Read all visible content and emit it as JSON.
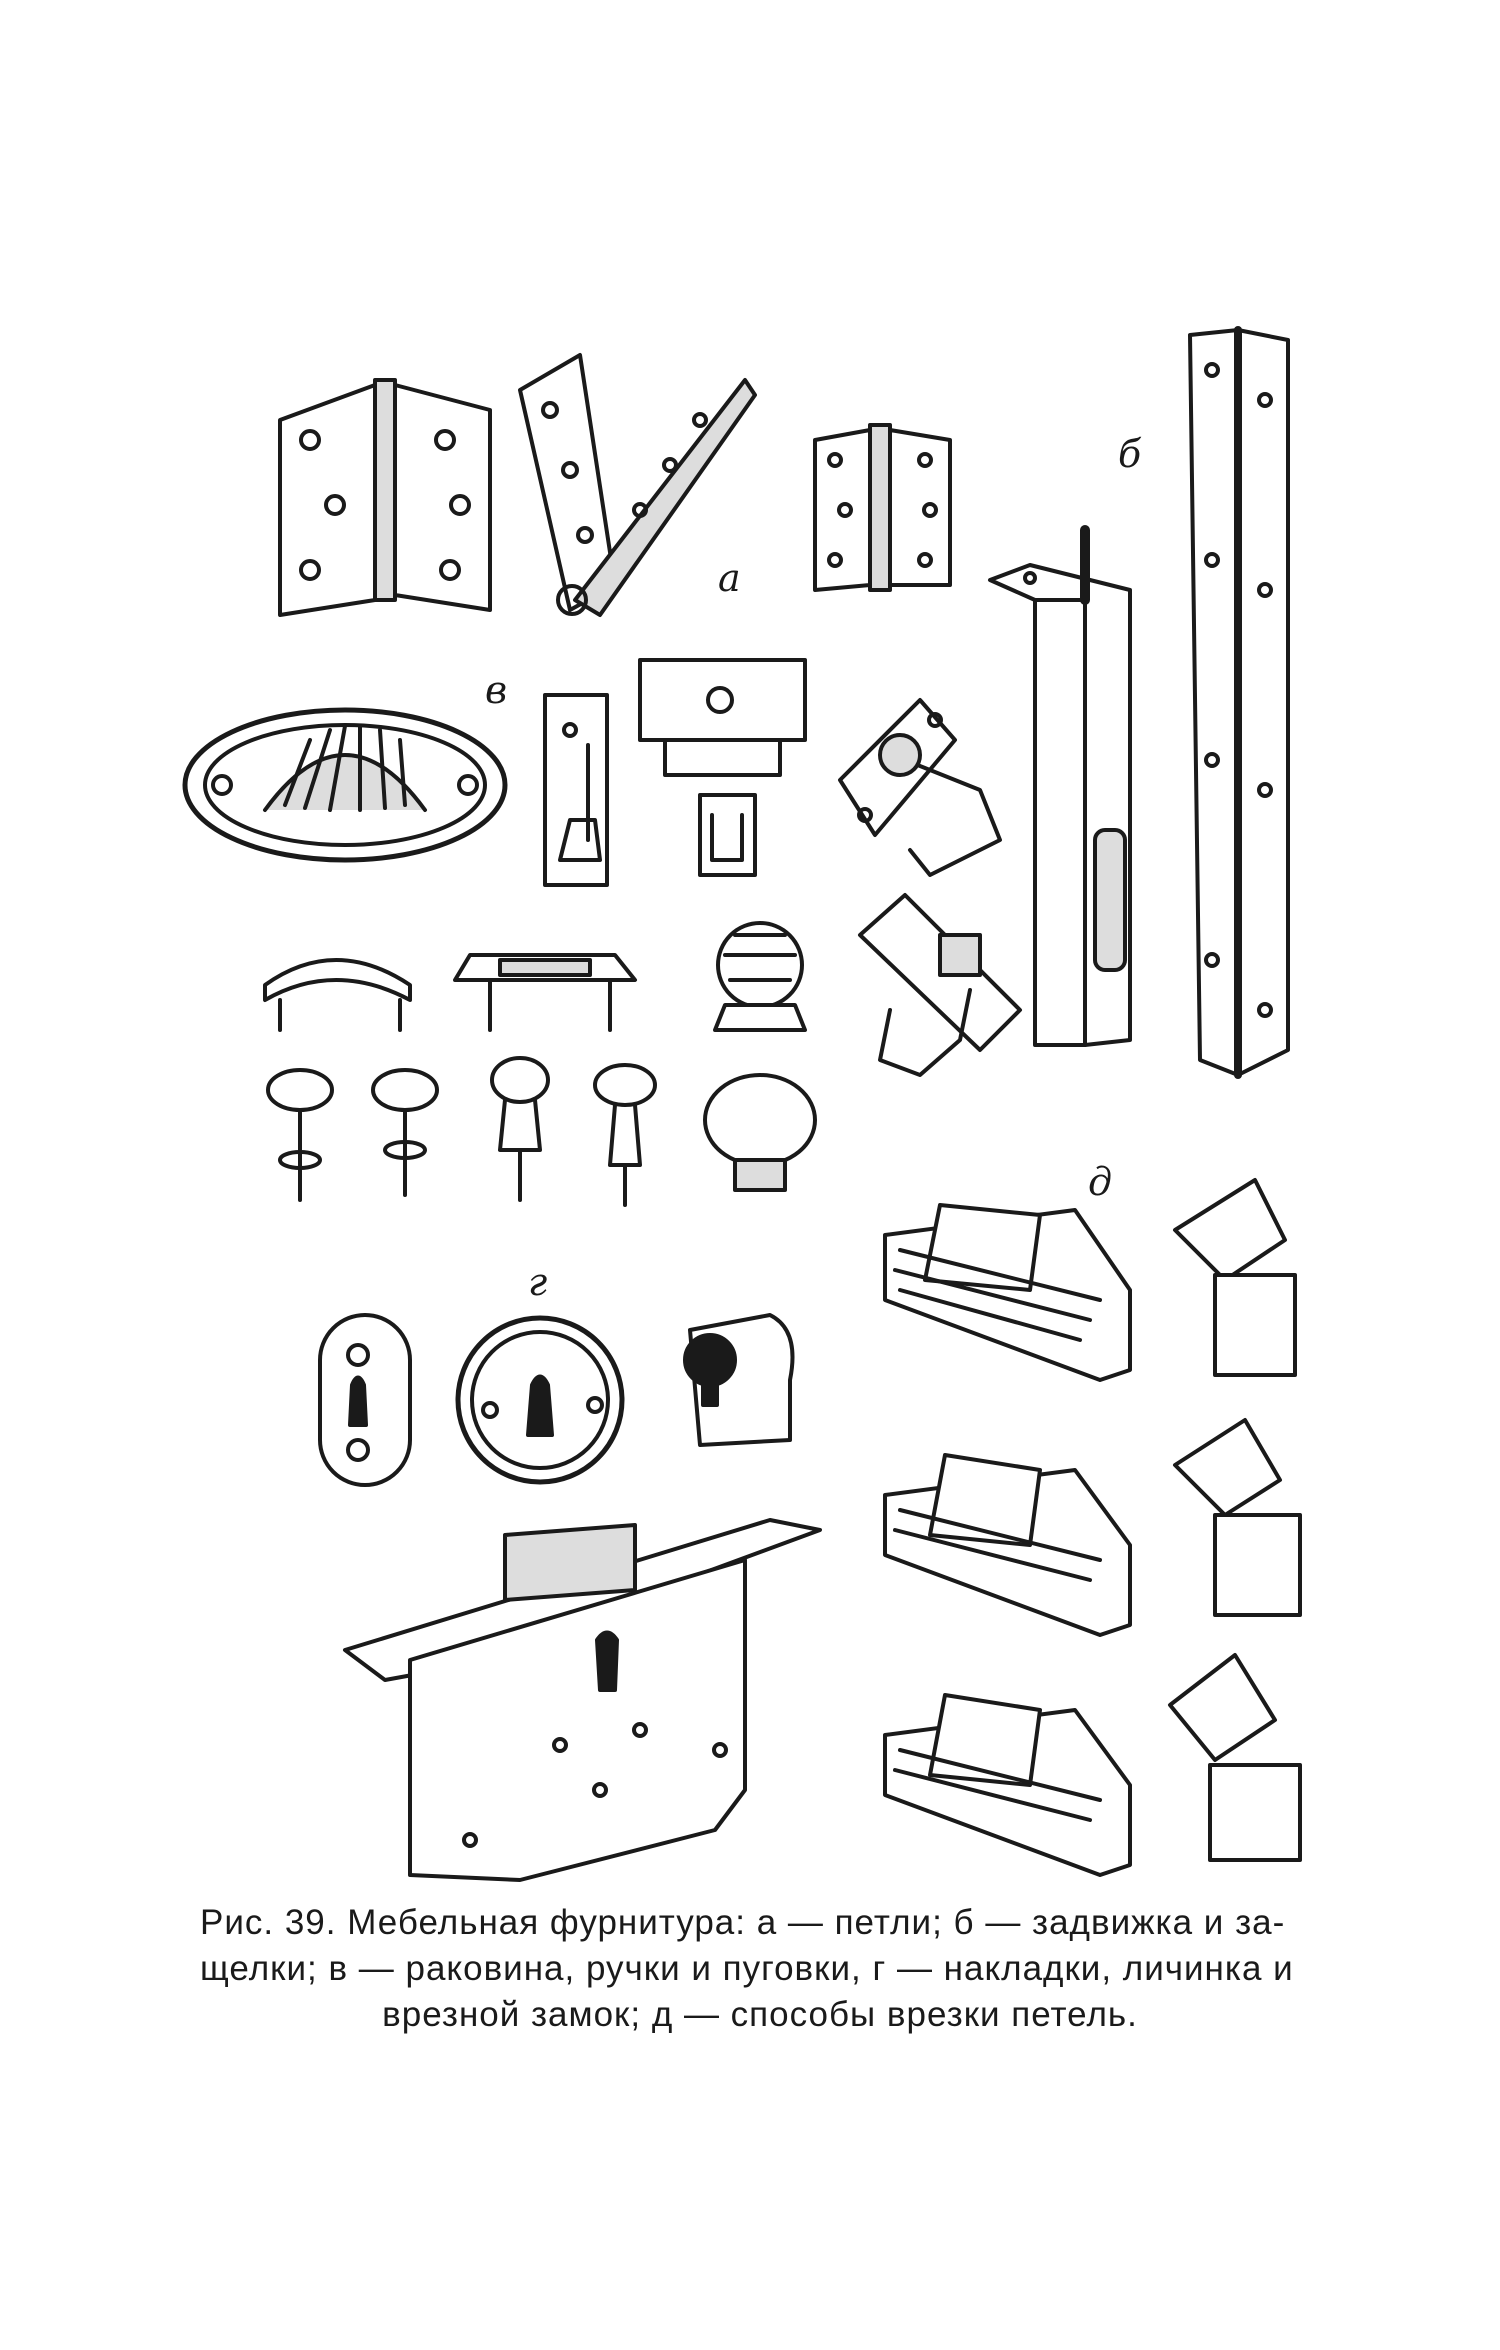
{
  "figure": {
    "panel_labels": {
      "a": "а",
      "b": "б",
      "v": "в",
      "g": "г",
      "d": "д"
    }
  },
  "caption": {
    "line1": "Рис. 39. Мебельная фурнитура: а — петли; б — задвижка и за-",
    "line2": "щелки; в — раковина, ручки и пуговки, г — накладки, личинка и",
    "line3": "врезной замок; д — способы врезки петель."
  }
}
